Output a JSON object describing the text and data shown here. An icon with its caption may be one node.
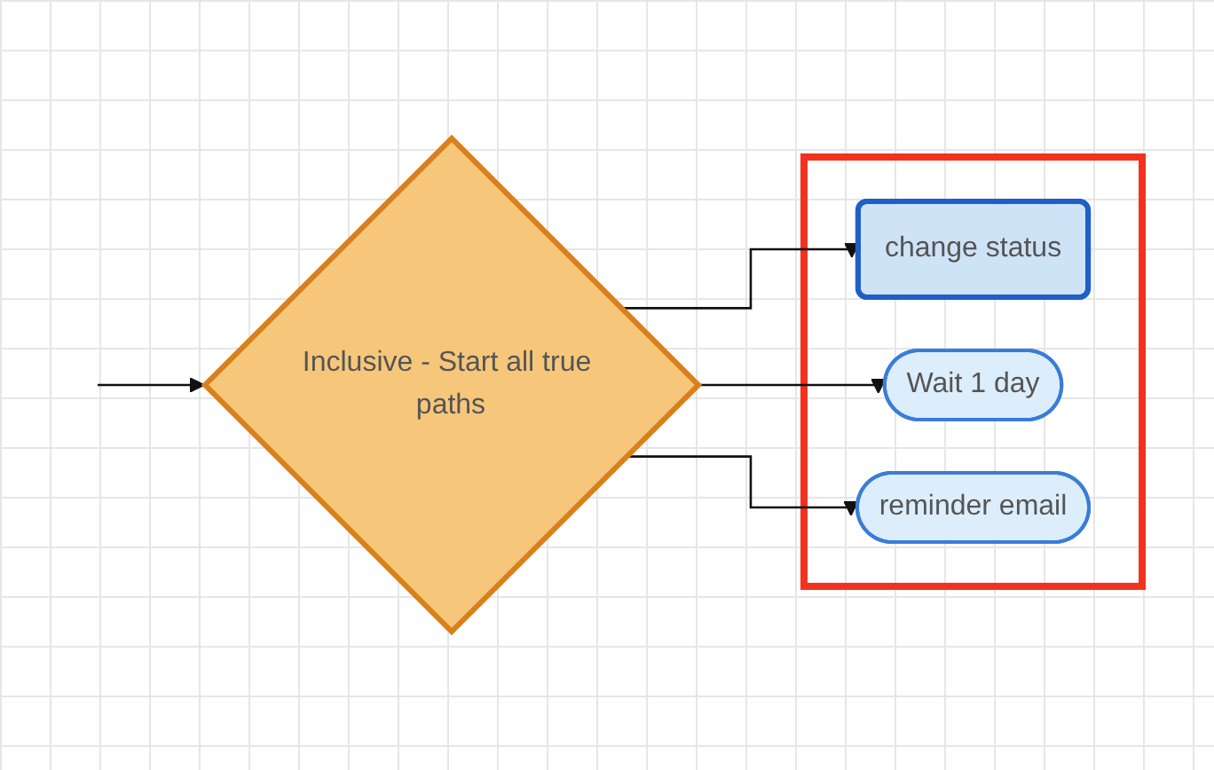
{
  "diagram": {
    "nodes": [
      {
        "text": [
          "Inclusive - Start all true paths"
        ]
      },
      {
        "text": [],
        "shape": "box"
      },
      {
        "text": [
          "change status"
        ],
        "in": 1
      },
      {
        "text": [
          "Wait 1 day"
        ],
        "in": 1
      },
      {
        "text": [
          "reminder email"
        ],
        "in": 1
      }
    ],
    "edges": [
      {
        "from": null,
        "to": 0,
        "arrow": "to"
      },
      {
        "from": 0,
        "to": 2,
        "arrow": "to"
      },
      {
        "from": 0,
        "to": 3,
        "arrow": "to"
      },
      {
        "from": 0,
        "to": 4,
        "arrow": "to"
      }
    ]
  }
}
